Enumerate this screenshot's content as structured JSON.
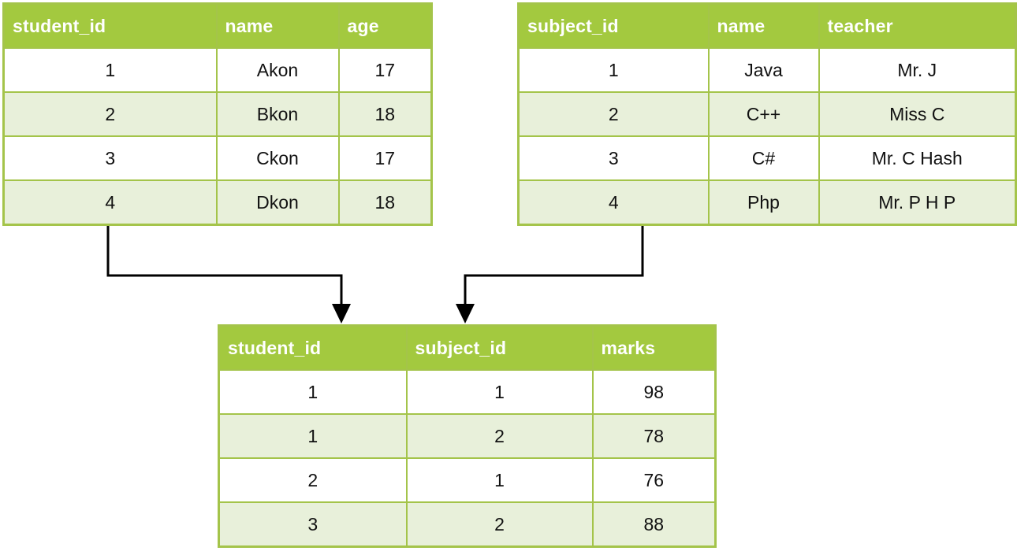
{
  "students": {
    "columns": [
      "student_id",
      "name",
      "age"
    ],
    "rows": [
      [
        "1",
        "Akon",
        "17"
      ],
      [
        "2",
        "Bkon",
        "18"
      ],
      [
        "3",
        "Ckon",
        "17"
      ],
      [
        "4",
        "Dkon",
        "18"
      ]
    ]
  },
  "subjects": {
    "columns": [
      "subject_id",
      "name",
      "teacher"
    ],
    "rows": [
      [
        "1",
        "Java",
        "Mr. J"
      ],
      [
        "2",
        "C++",
        "Miss C"
      ],
      [
        "3",
        "C#",
        "Mr. C Hash"
      ],
      [
        "4",
        "Php",
        "Mr. P H P"
      ]
    ]
  },
  "marks": {
    "columns": [
      "student_id",
      "subject_id",
      "marks"
    ],
    "rows": [
      [
        "1",
        "1",
        "98"
      ],
      [
        "1",
        "2",
        "78"
      ],
      [
        "2",
        "1",
        "76"
      ],
      [
        "3",
        "2",
        "88"
      ]
    ]
  },
  "colors": {
    "header_bg": "#a3c93f",
    "border": "#a4c44a",
    "stripe": "#e8f0da",
    "arrow": "#000000"
  }
}
